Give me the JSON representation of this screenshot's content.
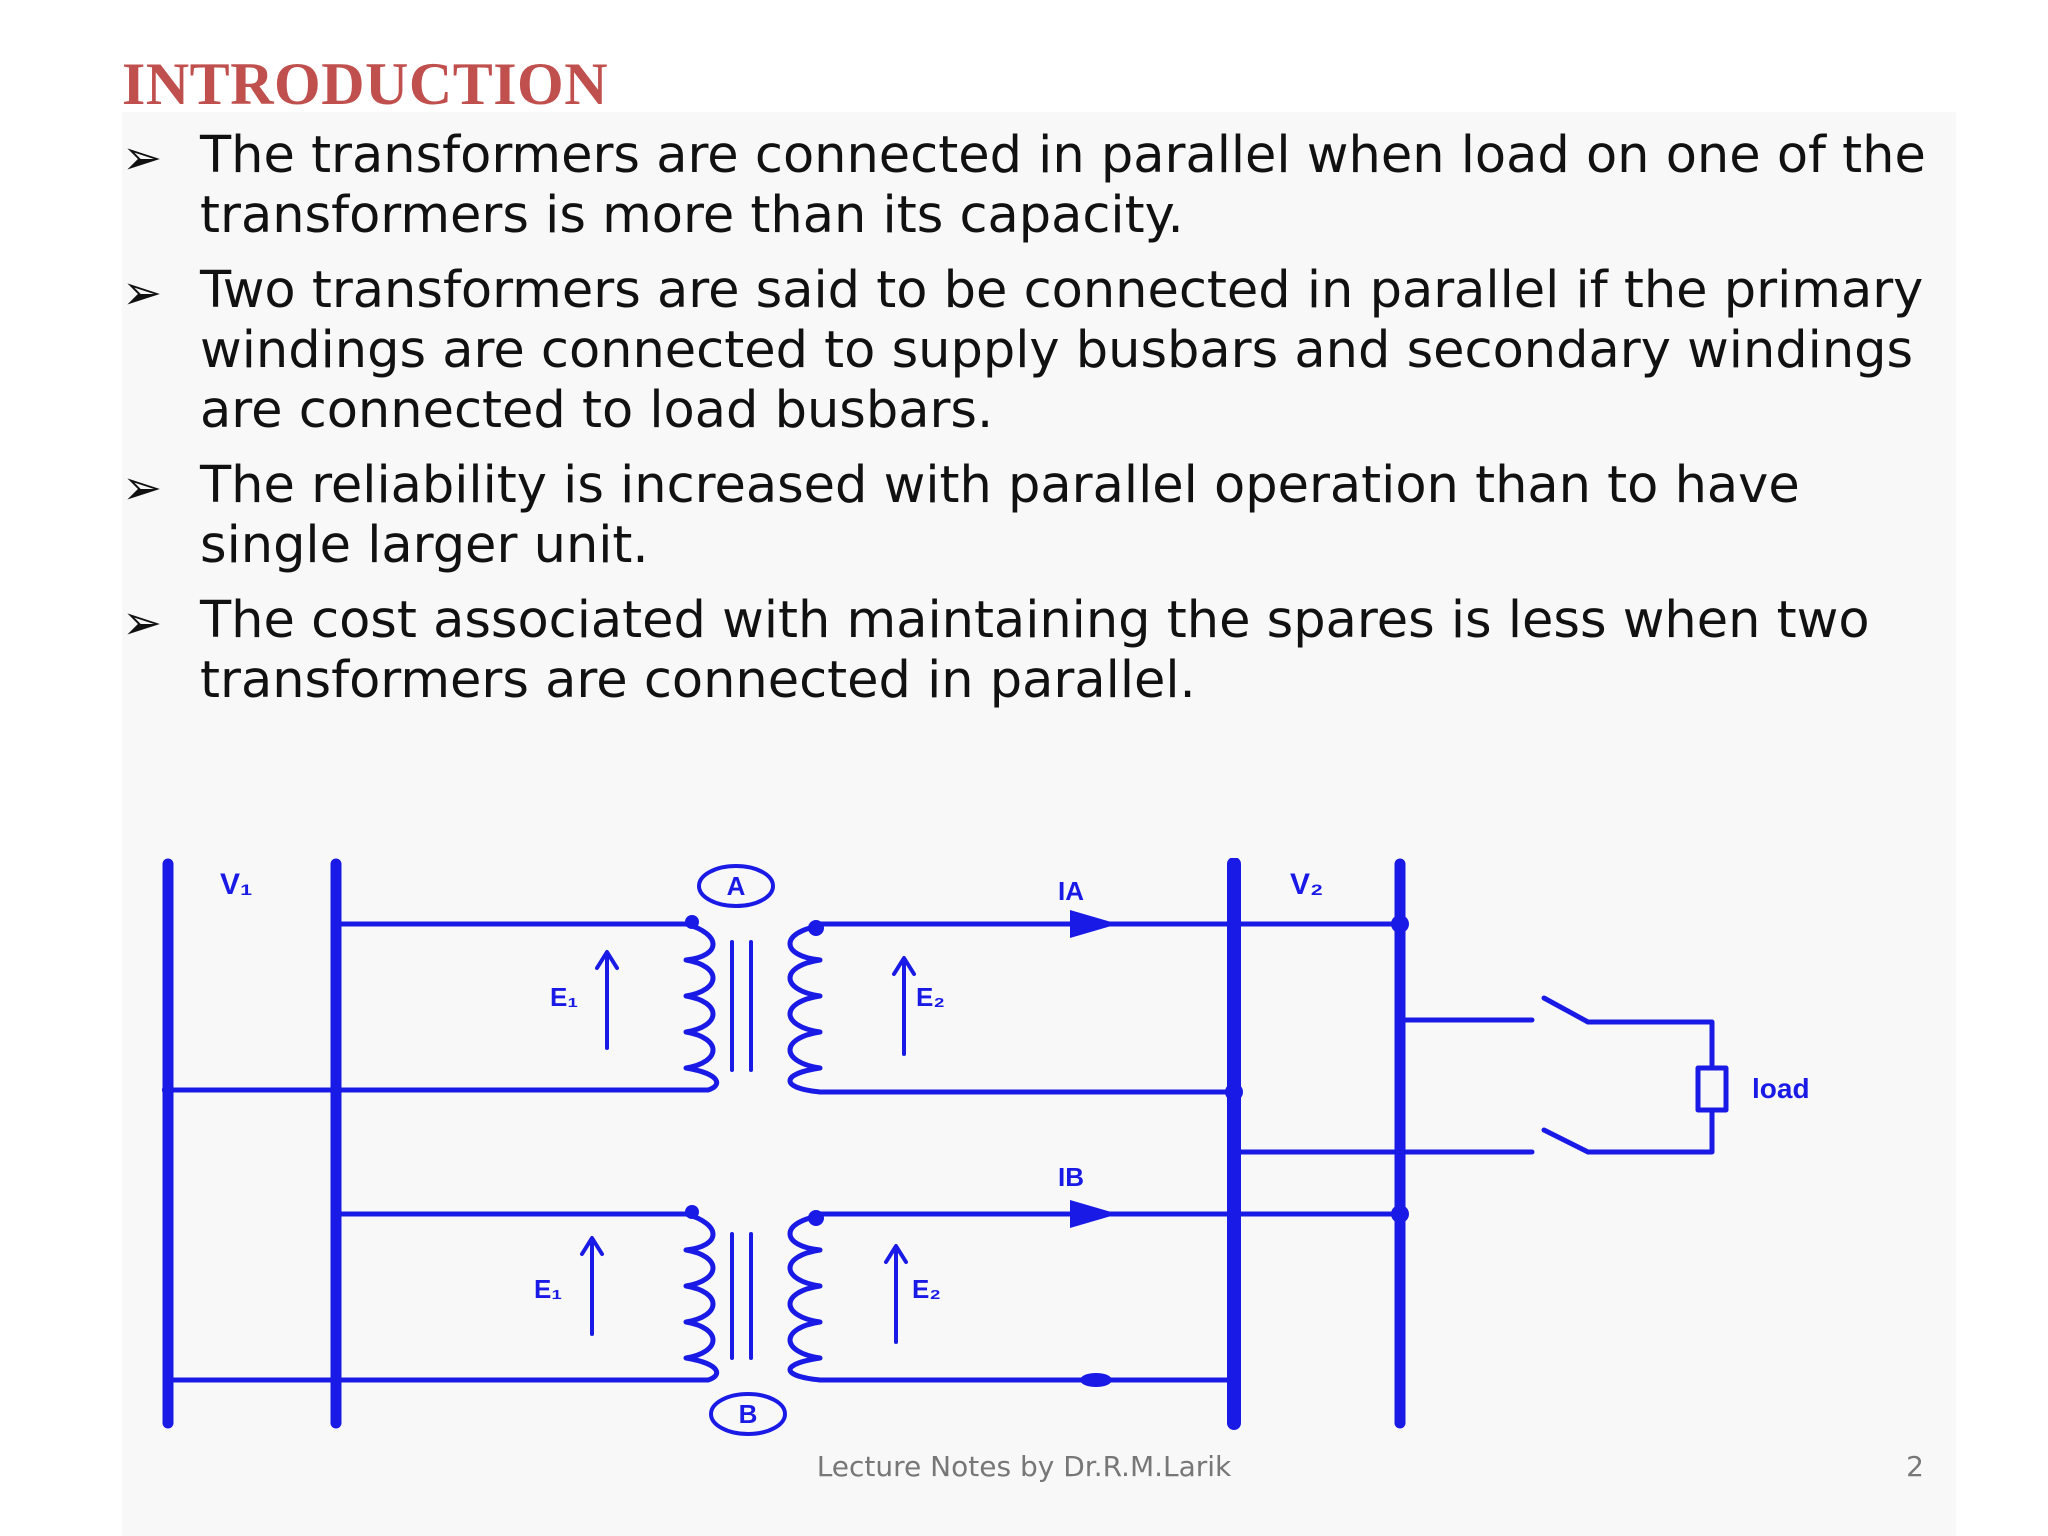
{
  "slide": {
    "title": "INTRODUCTION",
    "bullet_marker": "➢",
    "bullets": [
      "The transformers are connected in parallel when load on one of the transformers is more than its capacity.",
      "Two transformers are said to be connected in parallel if the primary windings are connected to supply busbars and secondary windings are connected to load busbars.",
      "The reliability is increased with parallel operation than to have single larger unit.",
      "The cost associated with maintaining the spares is less when two transformers are connected in parallel."
    ]
  },
  "diagram": {
    "color": "#1a1ae6",
    "labels": {
      "v1": "V₁",
      "v2": "V₂",
      "transformer_a": "A",
      "transformer_b": "B",
      "ia": "IA",
      "ib": "IB",
      "e1_a": "E₁",
      "e2_a": "E₂",
      "e1_b": "E₁",
      "e2_b": "E₂",
      "load": "load"
    }
  },
  "footer": {
    "text": "Lecture Notes by Dr.R.M.Larik",
    "page_number": "2"
  }
}
